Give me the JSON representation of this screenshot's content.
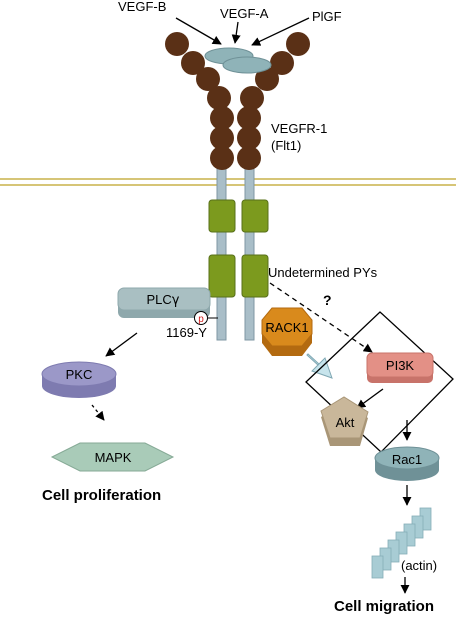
{
  "ligands": [
    "VEGF-B",
    "VEGF-A",
    "PlGF"
  ],
  "receptor": {
    "name": "VEGFR-1",
    "alias": "(Flt1)"
  },
  "undetermined_label": "Undetermined PYs",
  "question_mark": "?",
  "molecules": {
    "plcg": "PLC",
    "plcg_greek": "γ",
    "phospho": "p",
    "site": "1169-Y",
    "pkc": "PKC",
    "mapk": "MAPK",
    "rack1": "RACK1",
    "pi3k": "PI3K",
    "akt": "Akt",
    "rac1": "Rac1",
    "actin": "(actin)"
  },
  "outcomes": {
    "proliferation": "Cell proliferation",
    "migration": "Cell migration"
  },
  "colors": {
    "ig_domain": "#5a3016",
    "membrane": "#c8b24a",
    "tm_segment": "#7c9a1e",
    "tail": "#a9bec8",
    "ligand": "#8fb3b8",
    "plcg": "#a9bfc2",
    "pkc": "#9b98c8",
    "mapk": "#a9cbb8",
    "rack1": "#d98a1c",
    "pi3k": "#e39086",
    "akt": "#c9b79a",
    "rac1": "#8fb3b8",
    "actin": "#a8ccd4"
  }
}
